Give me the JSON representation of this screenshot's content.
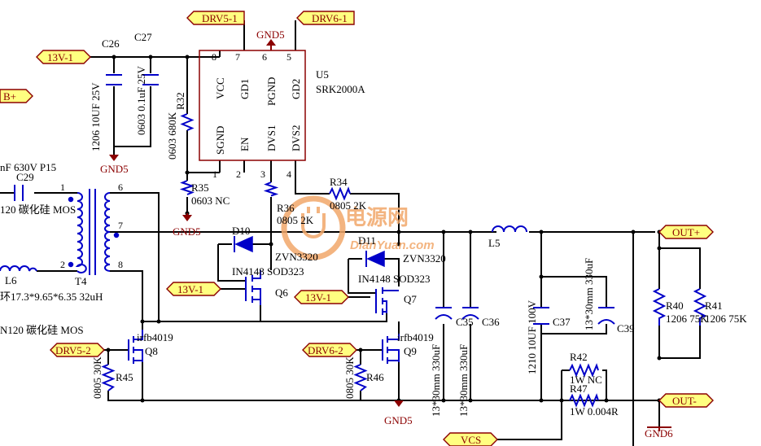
{
  "ports": {
    "drv5_1": "DRV5-1",
    "drv6_1": "DRV6-1",
    "v13_top": "13V-1",
    "bplus": "B+",
    "v13_q6": "13V-1",
    "v13_q7": "13V-1",
    "drv5_2": "DRV5-2",
    "drv6_2": "DRV6-2",
    "out_plus": "OUT+",
    "out_minus": "OUT-",
    "vcs": "VCS"
  },
  "grounds": {
    "gnd5_top": "GND5",
    "gnd5_caps": "GND5",
    "gnd5_r35": "GND5",
    "gnd5_bottom": "GND5",
    "gnd6": "GND6"
  },
  "ic": {
    "ref": "U5",
    "part": "SRK2000A",
    "pins_top": [
      "VCC",
      "GD1",
      "PGND",
      "GD2"
    ],
    "pins_bottom": [
      "SGND",
      "EN",
      "DVS1",
      "DVS2"
    ],
    "pin_nums_top": [
      "8",
      "7",
      "6",
      "5"
    ],
    "pin_nums_bottom": [
      "1",
      "2",
      "3",
      "4"
    ]
  },
  "labels": {
    "c26": "C26",
    "c27": "C27",
    "c26_val": "1206 10UF 25V",
    "c27_val": "0603 0.1uF 25V",
    "r32": "R32",
    "r32_val": "0603 680K",
    "r35": "R35",
    "r35_val": "0603 NC",
    "r36": "R36",
    "r36_val": "0805 2K",
    "r34": "R34",
    "r34_val": "0805 2K",
    "c29_val": "nF 630V P15",
    "c29": "C29",
    "mos_left1": "120 碳化硅 MOS",
    "mos_left2": "N120 碳化硅 MOS",
    "t4": "T4",
    "l6": "L6",
    "l6_val": "环17.3*9.65*6.35 32uH",
    "t_pin1": "1",
    "t_pin2": "2",
    "t_pin6": "6",
    "t_pin7": "7",
    "t_pin8": "8",
    "d10": "D10",
    "d10_val": "IN4148 SOD323",
    "d11": "D11",
    "d11_val": "IN4148 SOD323",
    "zvn_1": "ZVN3320",
    "zvn_2": "ZVN3320",
    "q6": "Q6",
    "q7": "Q7",
    "q8_part": "irfb4019",
    "q8": "Q8",
    "q9_part": "irfb4019",
    "q9": "Q9",
    "r45": "R45",
    "r45_val": "0805 30K",
    "r46": "R46",
    "r46_val": "0805 30K",
    "l5": "L5",
    "c35": "C35",
    "c36": "C36",
    "c35_val": "13*30mm 330uF",
    "c36_val": "13*30mm 330uF",
    "c37": "C37",
    "c37_val": "1210 10UF 100V",
    "c39": "C39",
    "c39_val": "13*30mm 330uF",
    "r42": "R42",
    "r42_val": "1W NC",
    "r47": "R47",
    "r47_val": "1W 0.004R",
    "r40": "R40",
    "r40_val": "1206 75K",
    "r41": "R41",
    "r41_val": "1206 75K"
  },
  "watermark": {
    "logo_text": "电源网",
    "url": "DianYuan.com"
  },
  "colors": {
    "wire": "#000000",
    "component": "#0000c8",
    "ground_power": "#8b0000",
    "port_fill": "#ffff80",
    "watermark": "#f1a86a"
  }
}
